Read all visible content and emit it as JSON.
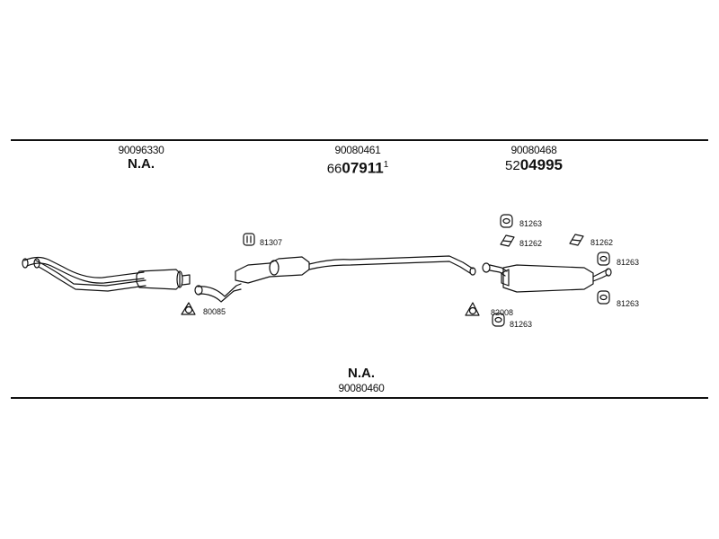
{
  "top_parts": [
    {
      "part_number": "90096330",
      "label": "N.A.",
      "oe_prefix": "",
      "oe_main": "",
      "oe_suffix": ""
    },
    {
      "part_number": "90080461",
      "label": "",
      "oe_prefix": "66",
      "oe_main": "07911",
      "oe_suffix": "1"
    },
    {
      "part_number": "90080468",
      "label": "",
      "oe_prefix": "52",
      "oe_main": "04995",
      "oe_suffix": ""
    }
  ],
  "bottom_part": {
    "label": "N.A.",
    "part_number": "90080460"
  },
  "callouts": {
    "c81307": "81307",
    "c80085": "80085",
    "c81263_a": "81263",
    "c81262_a": "81262",
    "c81262_b": "81262",
    "c81263_b": "81263",
    "c81263_c": "81263",
    "c82008": "82008",
    "c81263_d": "81263"
  }
}
